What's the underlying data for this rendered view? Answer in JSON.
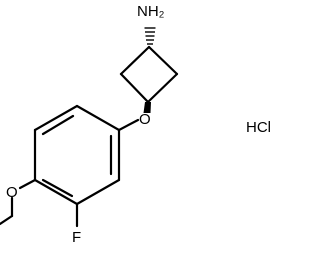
{
  "molecule": {
    "atoms": {
      "amine": "NH₂",
      "ether_oxygen": "O",
      "fluorine": "F",
      "methoxy_oxygen": "O"
    },
    "salt": "HCl"
  },
  "colors": {
    "ink": "#000000",
    "background": "#ffffff"
  }
}
